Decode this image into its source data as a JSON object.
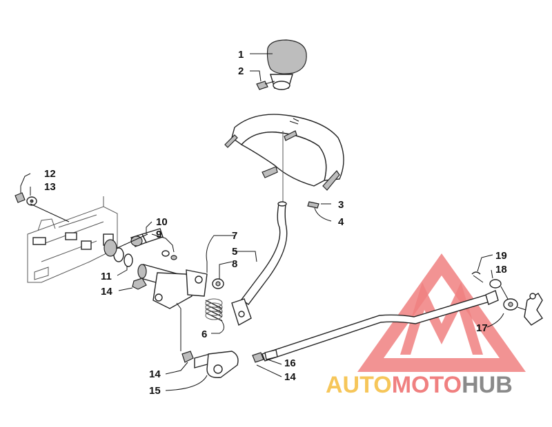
{
  "diagram": {
    "callouts": [
      {
        "id": "c1",
        "label": "1"
      },
      {
        "id": "c2",
        "label": "2"
      },
      {
        "id": "c3",
        "label": "3"
      },
      {
        "id": "c4",
        "label": "4"
      },
      {
        "id": "c5",
        "label": "5"
      },
      {
        "id": "c6",
        "label": "6"
      },
      {
        "id": "c7",
        "label": "7"
      },
      {
        "id": "c8",
        "label": "8"
      },
      {
        "id": "c9",
        "label": "9"
      },
      {
        "id": "c10",
        "label": "10"
      },
      {
        "id": "c11",
        "label": "11"
      },
      {
        "id": "c12",
        "label": "12"
      },
      {
        "id": "c13",
        "label": "13"
      },
      {
        "id": "c14a",
        "label": "14"
      },
      {
        "id": "c14b",
        "label": "14"
      },
      {
        "id": "c14c",
        "label": "14"
      },
      {
        "id": "c15",
        "label": "15"
      },
      {
        "id": "c16",
        "label": "16"
      },
      {
        "id": "c17",
        "label": "17"
      },
      {
        "id": "c18",
        "label": "18"
      },
      {
        "id": "c19",
        "label": "19"
      }
    ]
  },
  "watermark": {
    "word_auto": "AUTO",
    "word_moto": "MOTO",
    "word_hub": "HUB",
    "colors": {
      "triangle": "#f08080",
      "auto": "#f6c65a",
      "moto": "#f08080",
      "hub": "#8a8a8a"
    }
  }
}
